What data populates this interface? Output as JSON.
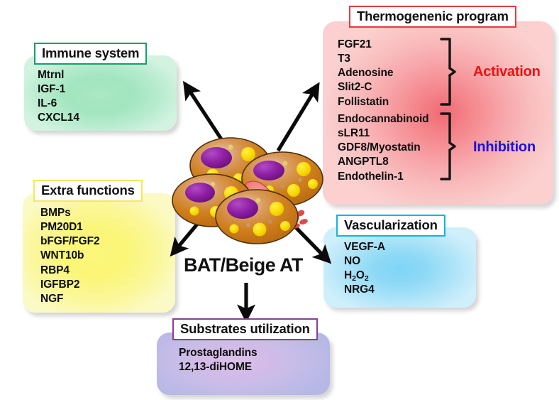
{
  "figure": {
    "center_label": "BAT/Beige AT",
    "center_graphic": "brown-adipocyte-cluster-with-blood-vessel"
  },
  "panels": {
    "immune": {
      "title": "Immune system",
      "accent": "#13a06a",
      "fill": "#a2e5bf",
      "items": [
        "Mtrnl",
        "IGF-1",
        "IL-6",
        "CXCL14"
      ]
    },
    "extra": {
      "title": "Extra functions",
      "accent": "#f2ea5a",
      "fill": "#fbf678",
      "items": [
        "BMPs",
        "PM20D1",
        "bFGF/FGF2",
        "WNT10b",
        "RBP4",
        "IGFBP2",
        "NGF"
      ]
    },
    "thermogenic": {
      "title": "Thermogenenic program",
      "accent": "#e8393f",
      "fill": "#f4858b",
      "activation_label": "Activation",
      "activation_color": "#ee1111",
      "activation_items": [
        "FGF21",
        "T3",
        "Adenosine",
        "Slit2-C",
        "Follistatin"
      ],
      "inhibition_label": "Inhibition",
      "inhibition_color": "#1a12e0",
      "inhibition_items": [
        "Endocannabinoid",
        "sLR11",
        "GDF8/Myostatin",
        "ANGPTL8",
        "Endothelin-1"
      ]
    },
    "vascularization": {
      "title": "Vascularization",
      "accent": "#0fb4ea",
      "fill": "#8ed9f6",
      "items": [
        "VEGF-A",
        "NO",
        "H2O2",
        "NRG4"
      ],
      "items_html": [
        "VEGF-A",
        "NO",
        "H<sub>2</sub>O<sub>2</sub>",
        "NRG4"
      ]
    },
    "substrates": {
      "title": "Substrates utilization",
      "accent": "#8a3e96",
      "fill": "#d4bbe8",
      "items": [
        "Prostaglandins",
        "12,13-diHOME"
      ]
    }
  },
  "arrows": [
    {
      "name": "arrow-to-immune-system",
      "direction": "up-left"
    },
    {
      "name": "arrow-to-thermogenic-program",
      "direction": "up-right"
    },
    {
      "name": "arrow-to-extra-functions",
      "direction": "down-left"
    },
    {
      "name": "arrow-to-vascularization",
      "direction": "down-right"
    },
    {
      "name": "arrow-to-substrates-utilization",
      "direction": "down"
    }
  ]
}
